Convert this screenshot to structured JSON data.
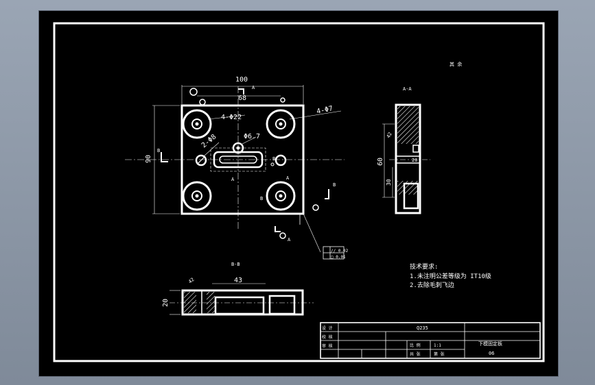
{
  "drawing": {
    "material_note": "其 余",
    "dims": {
      "width": "100",
      "hole_spacing": "68",
      "height": "90",
      "corner_holes": "4-Φ22",
      "small_holes": "4-Φ7",
      "center_hole": "Φ6.7",
      "pin_holes": "2-Φ8",
      "sec_height": "60",
      "sec_lower": "30",
      "sec_top": "20",
      "bb_width": "43",
      "bb_height": "20",
      "bb_chamfer": "42",
      "a_chamfer": "42"
    },
    "labels": {
      "section_aa": "A-A",
      "section_bb": "B-B",
      "a": "A",
      "b": "B"
    },
    "tolerance": {
      "row1": "// 0.02",
      "row2": "□ 0.01"
    },
    "tech_req": {
      "title": "技术要求:",
      "line1": "1.未注明公差等级为 IT10级",
      "line2": "2.去除毛刺飞边"
    },
    "title_block": {
      "material": "Q235",
      "part_name": "下模固定板",
      "drawing_no": "06",
      "scale_label": "比 例",
      "scale": "1:1",
      "designer": "设 计",
      "checker": "校 核",
      "approver": "审 核",
      "sheet_label": "共 张",
      "sheet_of": "第 张"
    }
  }
}
